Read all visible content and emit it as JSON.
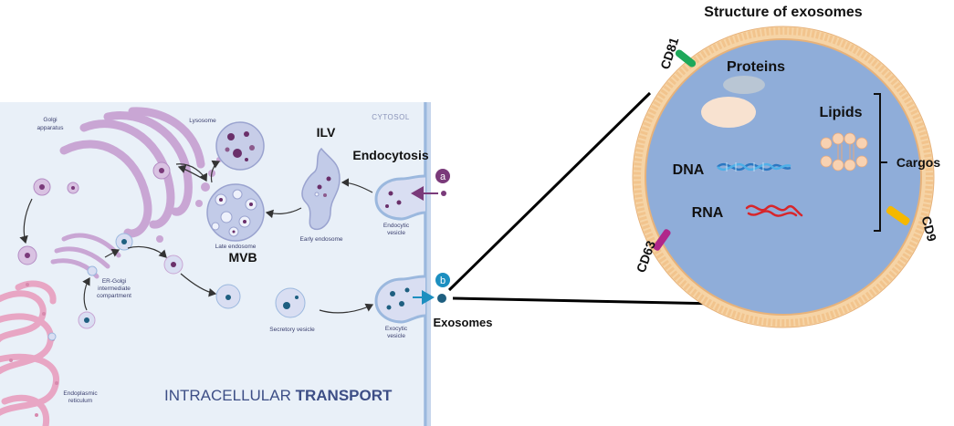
{
  "left_panel": {
    "cytosol": "CYTOSOL",
    "title_part1": "INTRACELLULAR ",
    "title_part2": "TRANSPORT",
    "golgi_line1": "Golgi",
    "golgi_line2": "apparatus",
    "lysosome": "Lysosome",
    "ilv": "ILV",
    "endocytosis": "Endocytosis",
    "mvb": "MVB",
    "late_endosome": "Late endosome",
    "early_endosome": "Early endosome",
    "endocytic_line1": "Endocytic",
    "endocytic_line2": "vesicle",
    "ergolgi_line1": "ER-Golgi",
    "ergolgi_line2": "intermediate",
    "ergolgi_line3": "compartment",
    "secretory_vesicle": "Secretory vesicle",
    "exocytic_line1": "Exocytic",
    "exocytic_line2": "vesicle",
    "er_line1": "Endoplasmic",
    "er_line2": "reticulum",
    "exosomes": "Exosomes",
    "badge_a": "a",
    "badge_b": "b"
  },
  "right_panel": {
    "title": "Structure of exosomes",
    "proteins": "Proteins",
    "lipids": "Lipids",
    "dna": "DNA",
    "rna": "RNA",
    "cargos": "Cargos",
    "cd81": "CD81",
    "cd63": "CD63",
    "cd9": "CD9"
  },
  "colors": {
    "cytosol_bg": "#e9f0f8",
    "membrane_blue": "#9bb8de",
    "golgi_purple": "#c9a6d4",
    "er_pink": "#e8a6c4",
    "vesicle_fill": "#d9def2",
    "exosome_fill": "#8fadd9",
    "lipid_ring": "#f2c48d",
    "cd81_green": "#1ea85a",
    "cd63_purple": "#b0268a",
    "cd9_yellow": "#f5b800",
    "dna_blue": "#3b8fd6",
    "rna_red": "#d7262b",
    "badge_a": "#7a3a7a",
    "badge_b": "#1c8fc0",
    "title_blue": "#3d4e86"
  }
}
